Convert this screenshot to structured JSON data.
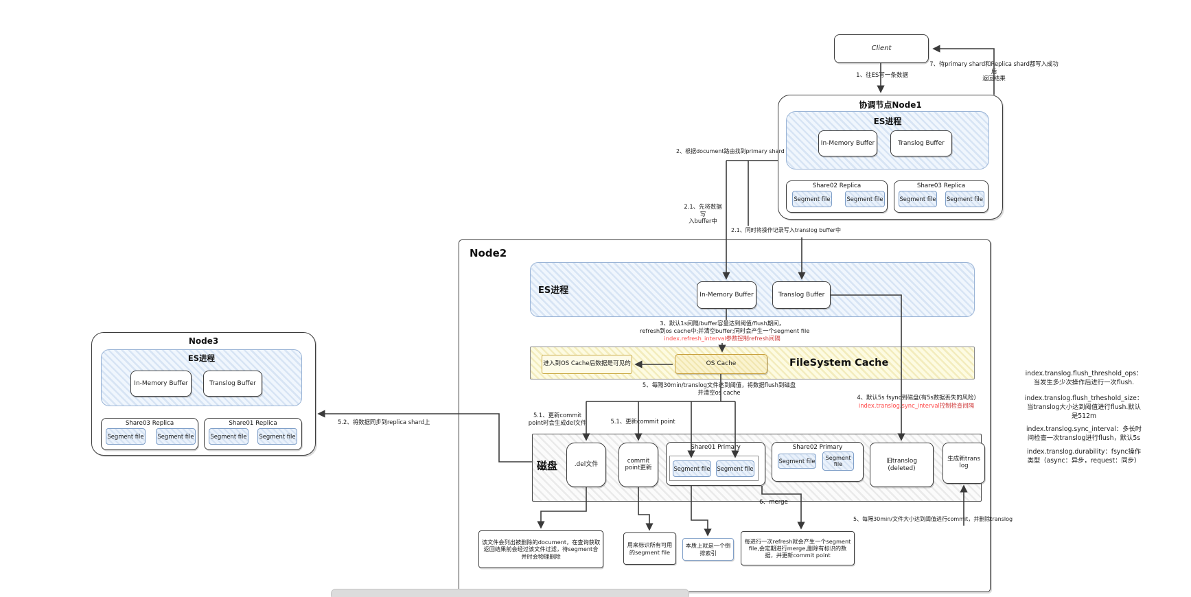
{
  "client": {
    "label": "Client"
  },
  "steps": {
    "s1": "1、往ES写一条数据",
    "s7": "7、待primary shard和Replica shard都写入成功后\n返回结果",
    "s2": "2、根据document路由找到primary shard",
    "s2_1a": "2.1、先将数据写\n入buffer中",
    "s2_1b": "2.1、同时将操作记录写入translog buffer中",
    "s3_line1": "3、默认1s间隔/buffer容量达到阈值/flush期间，",
    "s3_line2": "refresh到os cache中;并清空buffer;同时会产生一个segment file",
    "s3_red1": "index.refresh_interval",
    "s3_red2": "参数控制refresh间隔",
    "s4_line1": "4、默认5s fsync到磁盘(有5s数据丢失的风险)",
    "s4_red1": "index.translog.sync_interval",
    "s4_red2": "控制检查间隔",
    "s5_flush": "5、每隔30min/translog文件达到阈值，将数据flush到磁盘\n并清空os cache",
    "s5_commit": "5、每隔30min/文件大小达到阈值进行commit，并删除translog",
    "s5_1a": "5.1、更新commit\npoint时会生成del文件",
    "s5_1b": "5.1、更新commit point",
    "s5_2": "5.2、将数据同步到replica shard上",
    "s6": "6、merge"
  },
  "node1": {
    "title": "协调节点Node1",
    "es_label": "ES进程",
    "in_memory_buffer": "In-Memory Buffer",
    "translog_buffer": "Translog Buffer",
    "shards": [
      {
        "title": "Share02 Replica",
        "segments": [
          "Segment file",
          "Segment file"
        ]
      },
      {
        "title": "Share03 Replica",
        "segments": [
          "Segment file",
          "Segment file"
        ]
      }
    ]
  },
  "node2": {
    "title": "Node2",
    "es_label": "ES进程",
    "in_memory_buffer": "In-Memory Buffer",
    "translog_buffer": "Translog Buffer",
    "filesystem_cache": {
      "visible_note": "进入到OS Cache后数据是可见的",
      "os_cache": "OS Cache",
      "label": "FileSystem Cache"
    },
    "disk": {
      "label": "磁盘",
      "del_file": ".del文件",
      "commit_point": "commit\npoint更新",
      "old_translog": "旧translog\n(deleted)",
      "new_translog": "生成新trans\nlog",
      "shards": [
        {
          "title": "Share01 Primary",
          "segments": [
            "Segment file",
            "Segment file"
          ]
        },
        {
          "title": "Share02 Primary",
          "segments": [
            "Segment file",
            "Segment file"
          ]
        }
      ]
    }
  },
  "node3": {
    "title": "Node3",
    "es_label": "ES进程",
    "in_memory_buffer": "In-Memory Buffer",
    "translog_buffer": "Translog Buffer",
    "shards": [
      {
        "title": "Share03 Replica",
        "segments": [
          "Segment file",
          "Segment file"
        ]
      },
      {
        "title": "Share01 Replica",
        "segments": [
          "Segment file",
          "Segment file"
        ]
      }
    ]
  },
  "footnotes": {
    "del_file_note": "该文件会列出被删除的document，在查询获取返回结果前会经过该文件过滤，待segment合并时会物理删除",
    "commit_point_note": "用来标识所有可用的segment file",
    "segment_note": "本质上就是一个倒排索引",
    "merge_note": "每进行一次refresh就会产生一个segment file,会定期进行merge,删除有标识的数据，并更新commit point"
  },
  "side_notes": [
    "index.translog.flush_threshold_ops：\n当发生多少次操作后进行一次flush.",
    "index.translog.flush_trheshold_size：\n当translog大小达到阈值进行flush.默认\n是512m",
    "index.translog.sync_interval：多长时\n间检查一次translog进行flush，默认5s",
    "index.translog.durability：fsync操作\n类型（async：异步，request：同步）"
  ],
  "colors": {
    "accent_red": "#ff4a4a",
    "dark_red": "#cf3a3a",
    "blue_border": "#8fa9cc",
    "yellow_border": "#c9a23e",
    "line": "#3a3a3a"
  }
}
